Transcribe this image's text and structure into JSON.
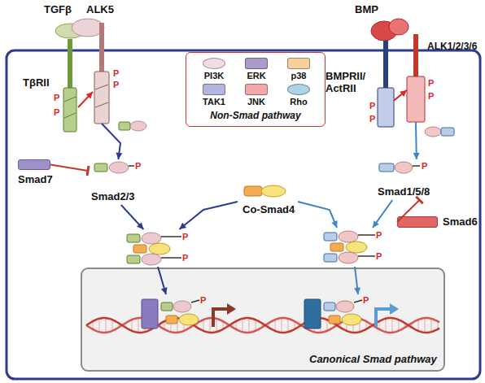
{
  "diagram": {
    "nodes": [
      {
        "text": [
          "TGFβ"
        ]
      },
      {
        "text": [
          "ALK5",
          "P",
          "P"
        ]
      },
      {
        "text": [
          "TβRII",
          "P",
          "P"
        ]
      },
      {
        "text": [
          "BMP"
        ]
      },
      {
        "text": [
          "ALK1/2/3/6",
          "P",
          "P"
        ]
      },
      {
        "text": [
          "BMPRII/ ActRII",
          "P",
          "P"
        ]
      },
      {
        "text": [
          "Smad7"
        ]
      },
      {
        "text": [
          "Smad2/3",
          "P"
        ]
      },
      {
        "text": [
          "Co-Smad4"
        ]
      },
      {
        "text": [
          "Smad1/5/8",
          "P"
        ]
      },
      {
        "text": [
          "Smad6"
        ]
      },
      {
        "text": [
          "P",
          "P"
        ]
      },
      {
        "text": [
          "P",
          "P"
        ]
      },
      {
        "text": [
          "Canonical Smad pathway"
        ]
      },
      {
        "text": [
          "P"
        ],
        "in": 13
      },
      {
        "text": [
          "P"
        ],
        "in": 13
      }
    ],
    "edges": [
      {
        "from": 2,
        "to": 1,
        "arrow": "to"
      },
      {
        "from": 5,
        "to": 4,
        "arrow": "to"
      },
      {
        "from": 1,
        "to": 7,
        "arrow": "to"
      },
      {
        "from": 4,
        "to": 9,
        "arrow": "to"
      },
      {
        "from": 6,
        "to": 7,
        "arrow": "to"
      },
      {
        "from": 7,
        "to": 11,
        "arrow": "to"
      },
      {
        "from": 8,
        "to": 11,
        "arrow": "to"
      },
      {
        "from": 8,
        "to": 12,
        "arrow": "to"
      },
      {
        "from": 9,
        "to": 12,
        "arrow": "to"
      },
      {
        "from": 10,
        "to": 9,
        "arrow": "to"
      },
      {
        "from": 11,
        "to": 14,
        "arrow": "to"
      },
      {
        "from": 12,
        "to": 15,
        "arrow": "to"
      }
    ],
    "labels": [
      "Non-Smad pathway"
    ],
    "legend": [
      {
        "text": "PI3K",
        "color": "#f3dde5"
      },
      {
        "text": "ERK",
        "color": "#a99bcb"
      },
      {
        "text": "p38",
        "color": "#f8d09c"
      },
      {
        "text": "TAK1",
        "color": "#b3b6de"
      },
      {
        "text": "JNK",
        "color": "#f3a7a7"
      },
      {
        "text": "Rho",
        "color": "#acd4e8"
      }
    ]
  }
}
